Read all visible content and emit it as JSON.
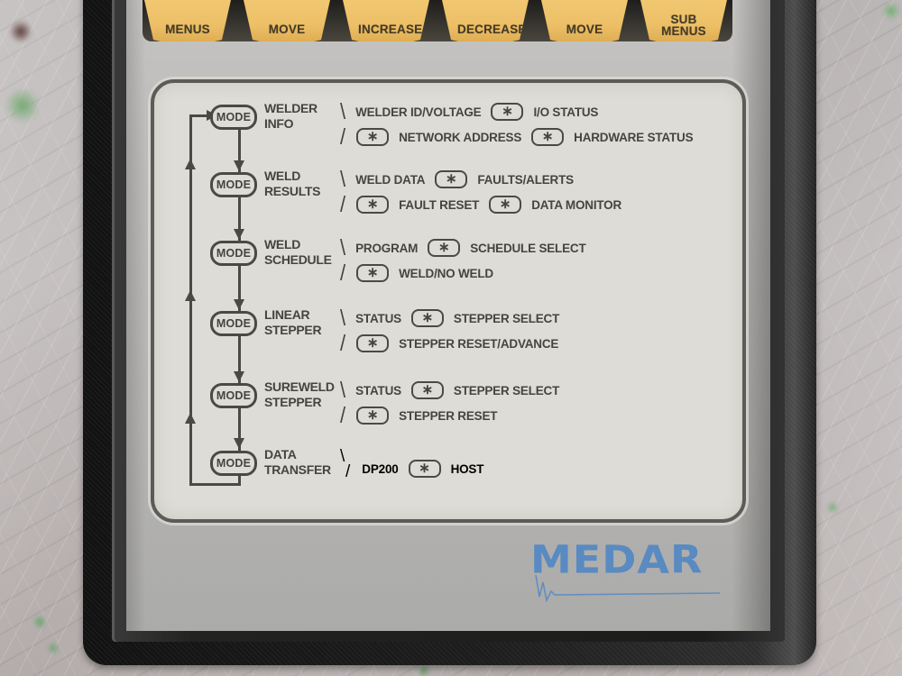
{
  "keypad": {
    "keys": [
      "MENUS",
      "MOVE",
      "INCREASE",
      "DECREASE",
      "MOVE",
      "SUB MENUS"
    ]
  },
  "diagram": {
    "mode_label": "MODE",
    "asterisk": "∗",
    "rows": [
      {
        "name": [
          "WELDER",
          "INFO"
        ],
        "line1": [
          {
            "sl": "\\"
          },
          {
            "t": "WELDER ID/VOLTAGE"
          },
          {
            "k": 1
          },
          {
            "t": "I/O STATUS"
          }
        ],
        "line2": [
          {
            "sl": "/"
          },
          {
            "k": 1
          },
          {
            "t": "NETWORK ADDRESS"
          },
          {
            "k": 1
          },
          {
            "t": "HARDWARE STATUS"
          }
        ]
      },
      {
        "name": [
          "WELD",
          "RESULTS"
        ],
        "line1": [
          {
            "sl": "\\"
          },
          {
            "t": "WELD DATA"
          },
          {
            "k": 1
          },
          {
            "t": "FAULTS/ALERTS"
          }
        ],
        "line2": [
          {
            "sl": "/"
          },
          {
            "k": 1
          },
          {
            "t": "FAULT RESET"
          },
          {
            "k": 1
          },
          {
            "t": "DATA MONITOR"
          }
        ]
      },
      {
        "name": [
          "WELD",
          "SCHEDULE"
        ],
        "line1": [
          {
            "sl": "\\"
          },
          {
            "t": "PROGRAM"
          },
          {
            "k": 1
          },
          {
            "t": "SCHEDULE SELECT"
          }
        ],
        "line2": [
          {
            "sl": "/"
          },
          {
            "k": 1
          },
          {
            "t": "WELD/NO WELD"
          }
        ]
      },
      {
        "name": [
          "LINEAR",
          "STEPPER"
        ],
        "line1": [
          {
            "sl": "\\"
          },
          {
            "t": "STATUS"
          },
          {
            "k": 1
          },
          {
            "t": "STEPPER SELECT"
          }
        ],
        "line2": [
          {
            "sl": "/"
          },
          {
            "k": 1
          },
          {
            "t": "STEPPER RESET/ADVANCE"
          }
        ]
      },
      {
        "name": [
          "SUREWELD",
          "STEPPER"
        ],
        "line1": [
          {
            "sl": "\\"
          },
          {
            "t": "STATUS"
          },
          {
            "k": 1
          },
          {
            "t": "STEPPER SELECT"
          }
        ],
        "line2": [
          {
            "sl": "/"
          },
          {
            "k": 1
          },
          {
            "t": "STEPPER RESET"
          }
        ]
      },
      {
        "name": [
          "DATA",
          "TRANSFER"
        ],
        "single": true,
        "line1": [
          {
            "t": "DP200"
          },
          {
            "k": 1
          },
          {
            "t": "HOST"
          }
        ]
      }
    ]
  },
  "logo": {
    "text": "MEDAR",
    "color": "#4e86c6"
  },
  "colors": {
    "key_amber": "#edc067",
    "plate_bg": "#dedcd6",
    "ink": "#45453f",
    "bezel_black": "#1d1d1d",
    "panel_silver": "#bcbbb9",
    "logo_blue": "#4e86c6"
  }
}
